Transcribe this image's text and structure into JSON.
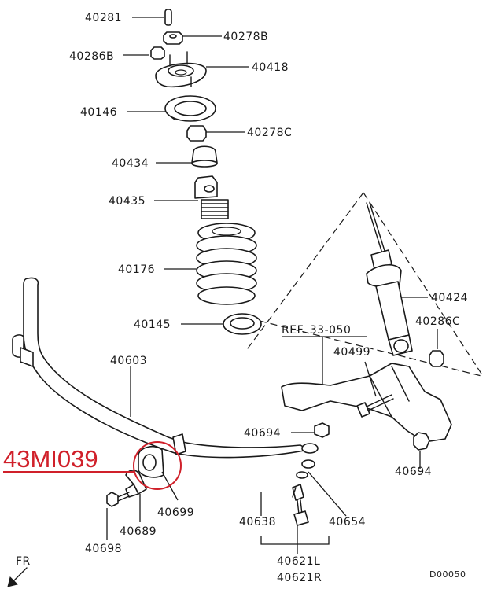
{
  "callouts": {
    "p40281": "40281",
    "p40278b": "40278B",
    "p40286b": "40286B",
    "p40418": "40418",
    "p40146": "40146",
    "p40278c": "40278C",
    "p40434": "40434",
    "p40435": "40435",
    "p40176": "40176",
    "p40145": "40145",
    "p40424": "40424",
    "p40286c": "40286C",
    "ref": "REF. 33-050",
    "p40499": "40499",
    "p40603": "40603",
    "p40694a": "40694",
    "p40694b": "40694",
    "p40699": "40699",
    "p40689": "40689",
    "p40698": "40698",
    "p40638": "40638",
    "p40654": "40654",
    "p40621l": "40621L",
    "p40621r": "40621R"
  },
  "highlight": {
    "part_number": "43MI039",
    "color": "#d0202a"
  },
  "orientation": {
    "label": "FR",
    "icon": "front-direction-arrow-icon"
  },
  "figure_code": "D00050"
}
